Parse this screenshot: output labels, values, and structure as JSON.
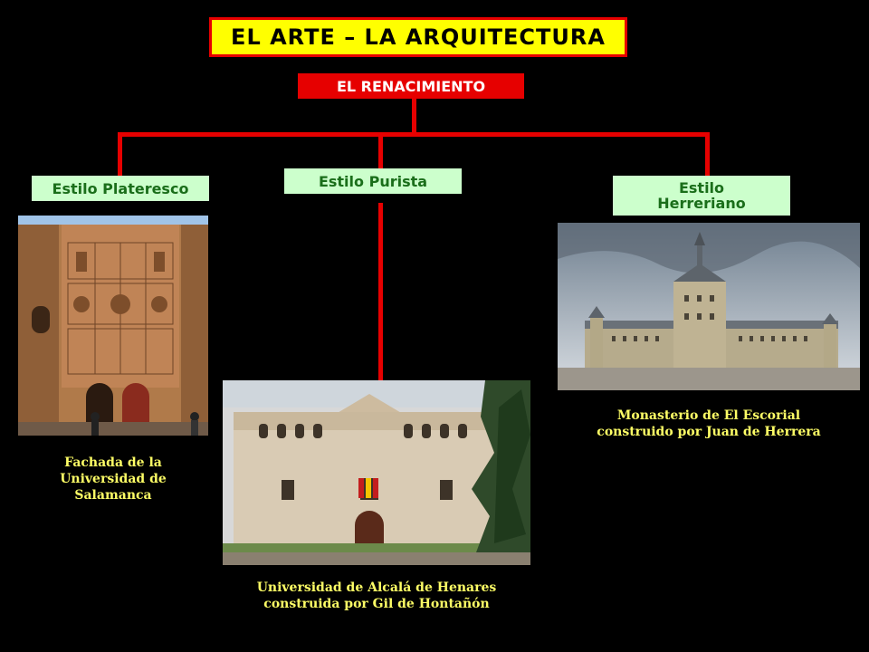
{
  "title": "EL ARTE – LA ARQUITECTURA",
  "period": "EL RENACIMIENTO",
  "styles": {
    "plateresco": {
      "label": "Estilo Plateresco",
      "caption_lines": [
        "Fachada de la",
        "Universidad de",
        "Salamanca"
      ]
    },
    "purista": {
      "label": "Estilo Purista",
      "caption_lines": [
        "Universidad de Alcalá de Henares",
        "construida por Gil de Hontañón"
      ]
    },
    "herreriano": {
      "label_lines": [
        "Estilo",
        "Herreriano"
      ],
      "caption_lines": [
        "Monasterio de El Escorial",
        "construido por Juan de Herrera"
      ]
    }
  },
  "colors": {
    "title_bg": "#ffff00",
    "connector": "#e60000",
    "style_box_bg": "#ccffcc",
    "caption_text": "#ffff66"
  }
}
